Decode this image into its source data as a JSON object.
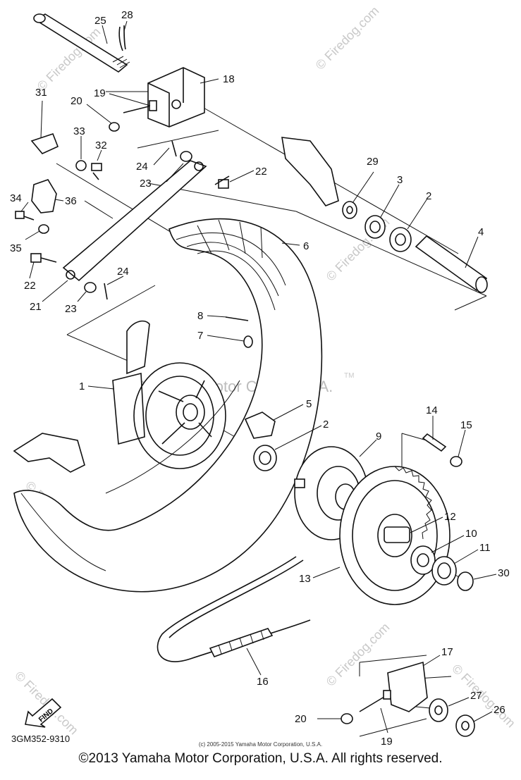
{
  "diagram": {
    "watermark_text": "© Firedog.com",
    "center_mark": "Yamaha Motor Corp, U.S.A.",
    "center_mark_tm": "TM",
    "diagram_code": "3GM352-9310",
    "fine_print": "(c) 2005-2015 Yamaha Motor Corporation, U.S.A.",
    "footer": "©2013 Yamaha Motor Corporation, U.S.A. All rights reserved.",
    "find_label": "FIND",
    "callouts": {
      "c1": "1",
      "c2a": "2",
      "c2b": "2",
      "c3": "3",
      "c4": "4",
      "c5": "5",
      "c6": "6",
      "c7": "7",
      "c8": "8",
      "c9": "9",
      "c10": "10",
      "c11": "11",
      "c12": "12",
      "c13": "13",
      "c14": "14",
      "c15": "15",
      "c16": "16",
      "c17": "17",
      "c18": "18",
      "c19a": "19",
      "c19b": "19",
      "c20a": "20",
      "c20b": "20",
      "c21": "21",
      "c22a": "22",
      "c22b": "22",
      "c23a": "23",
      "c23b": "23",
      "c24a": "24",
      "c24b": "24",
      "c25": "25",
      "c26": "26",
      "c27": "27",
      "c28": "28",
      "c29": "29",
      "c30": "30",
      "c31": "31",
      "c32": "32",
      "c33": "33",
      "c34": "34",
      "c35": "35",
      "c36": "36"
    }
  }
}
